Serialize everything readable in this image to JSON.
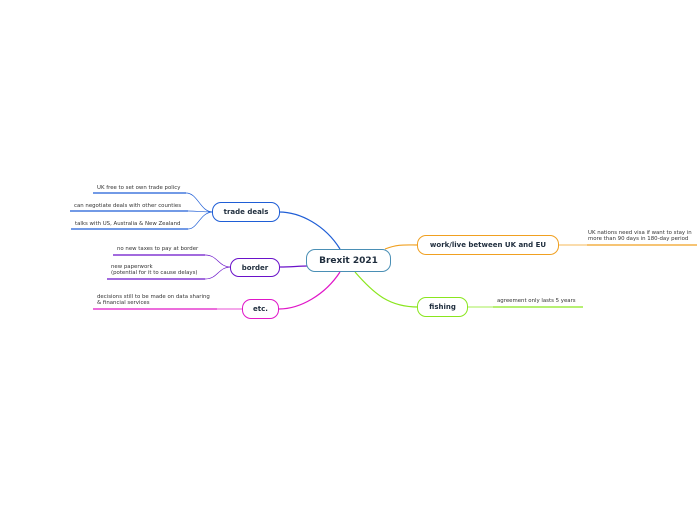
{
  "central": {
    "label": "Brexit 2021",
    "color": "#4a8fb5"
  },
  "topics": {
    "trade": {
      "label": "trade deals",
      "color": "#1f5ed6",
      "items": [
        "UK free to set own trade policy",
        "can negotiate deals with other counties",
        "talks with US, Australia & New Zealand"
      ]
    },
    "border": {
      "label": "border",
      "color": "#6a12c9",
      "items": [
        "no new taxes to pay at border",
        "new paperwork\n(potential for it to cause delays)"
      ]
    },
    "etc": {
      "label": "etc.",
      "color": "#e016c8",
      "items": [
        "decisions still to be made on data sharing\n& financial services"
      ]
    },
    "work": {
      "label": "work/live between UK and EU",
      "color": "#f0a021",
      "items": [
        "UK nations need visa if want to stay in\nmore than 90 days in 180-day period"
      ]
    },
    "fishing": {
      "label": "fishing",
      "color": "#8ae61e",
      "items": [
        "agreement only lasts 5 years"
      ]
    }
  }
}
